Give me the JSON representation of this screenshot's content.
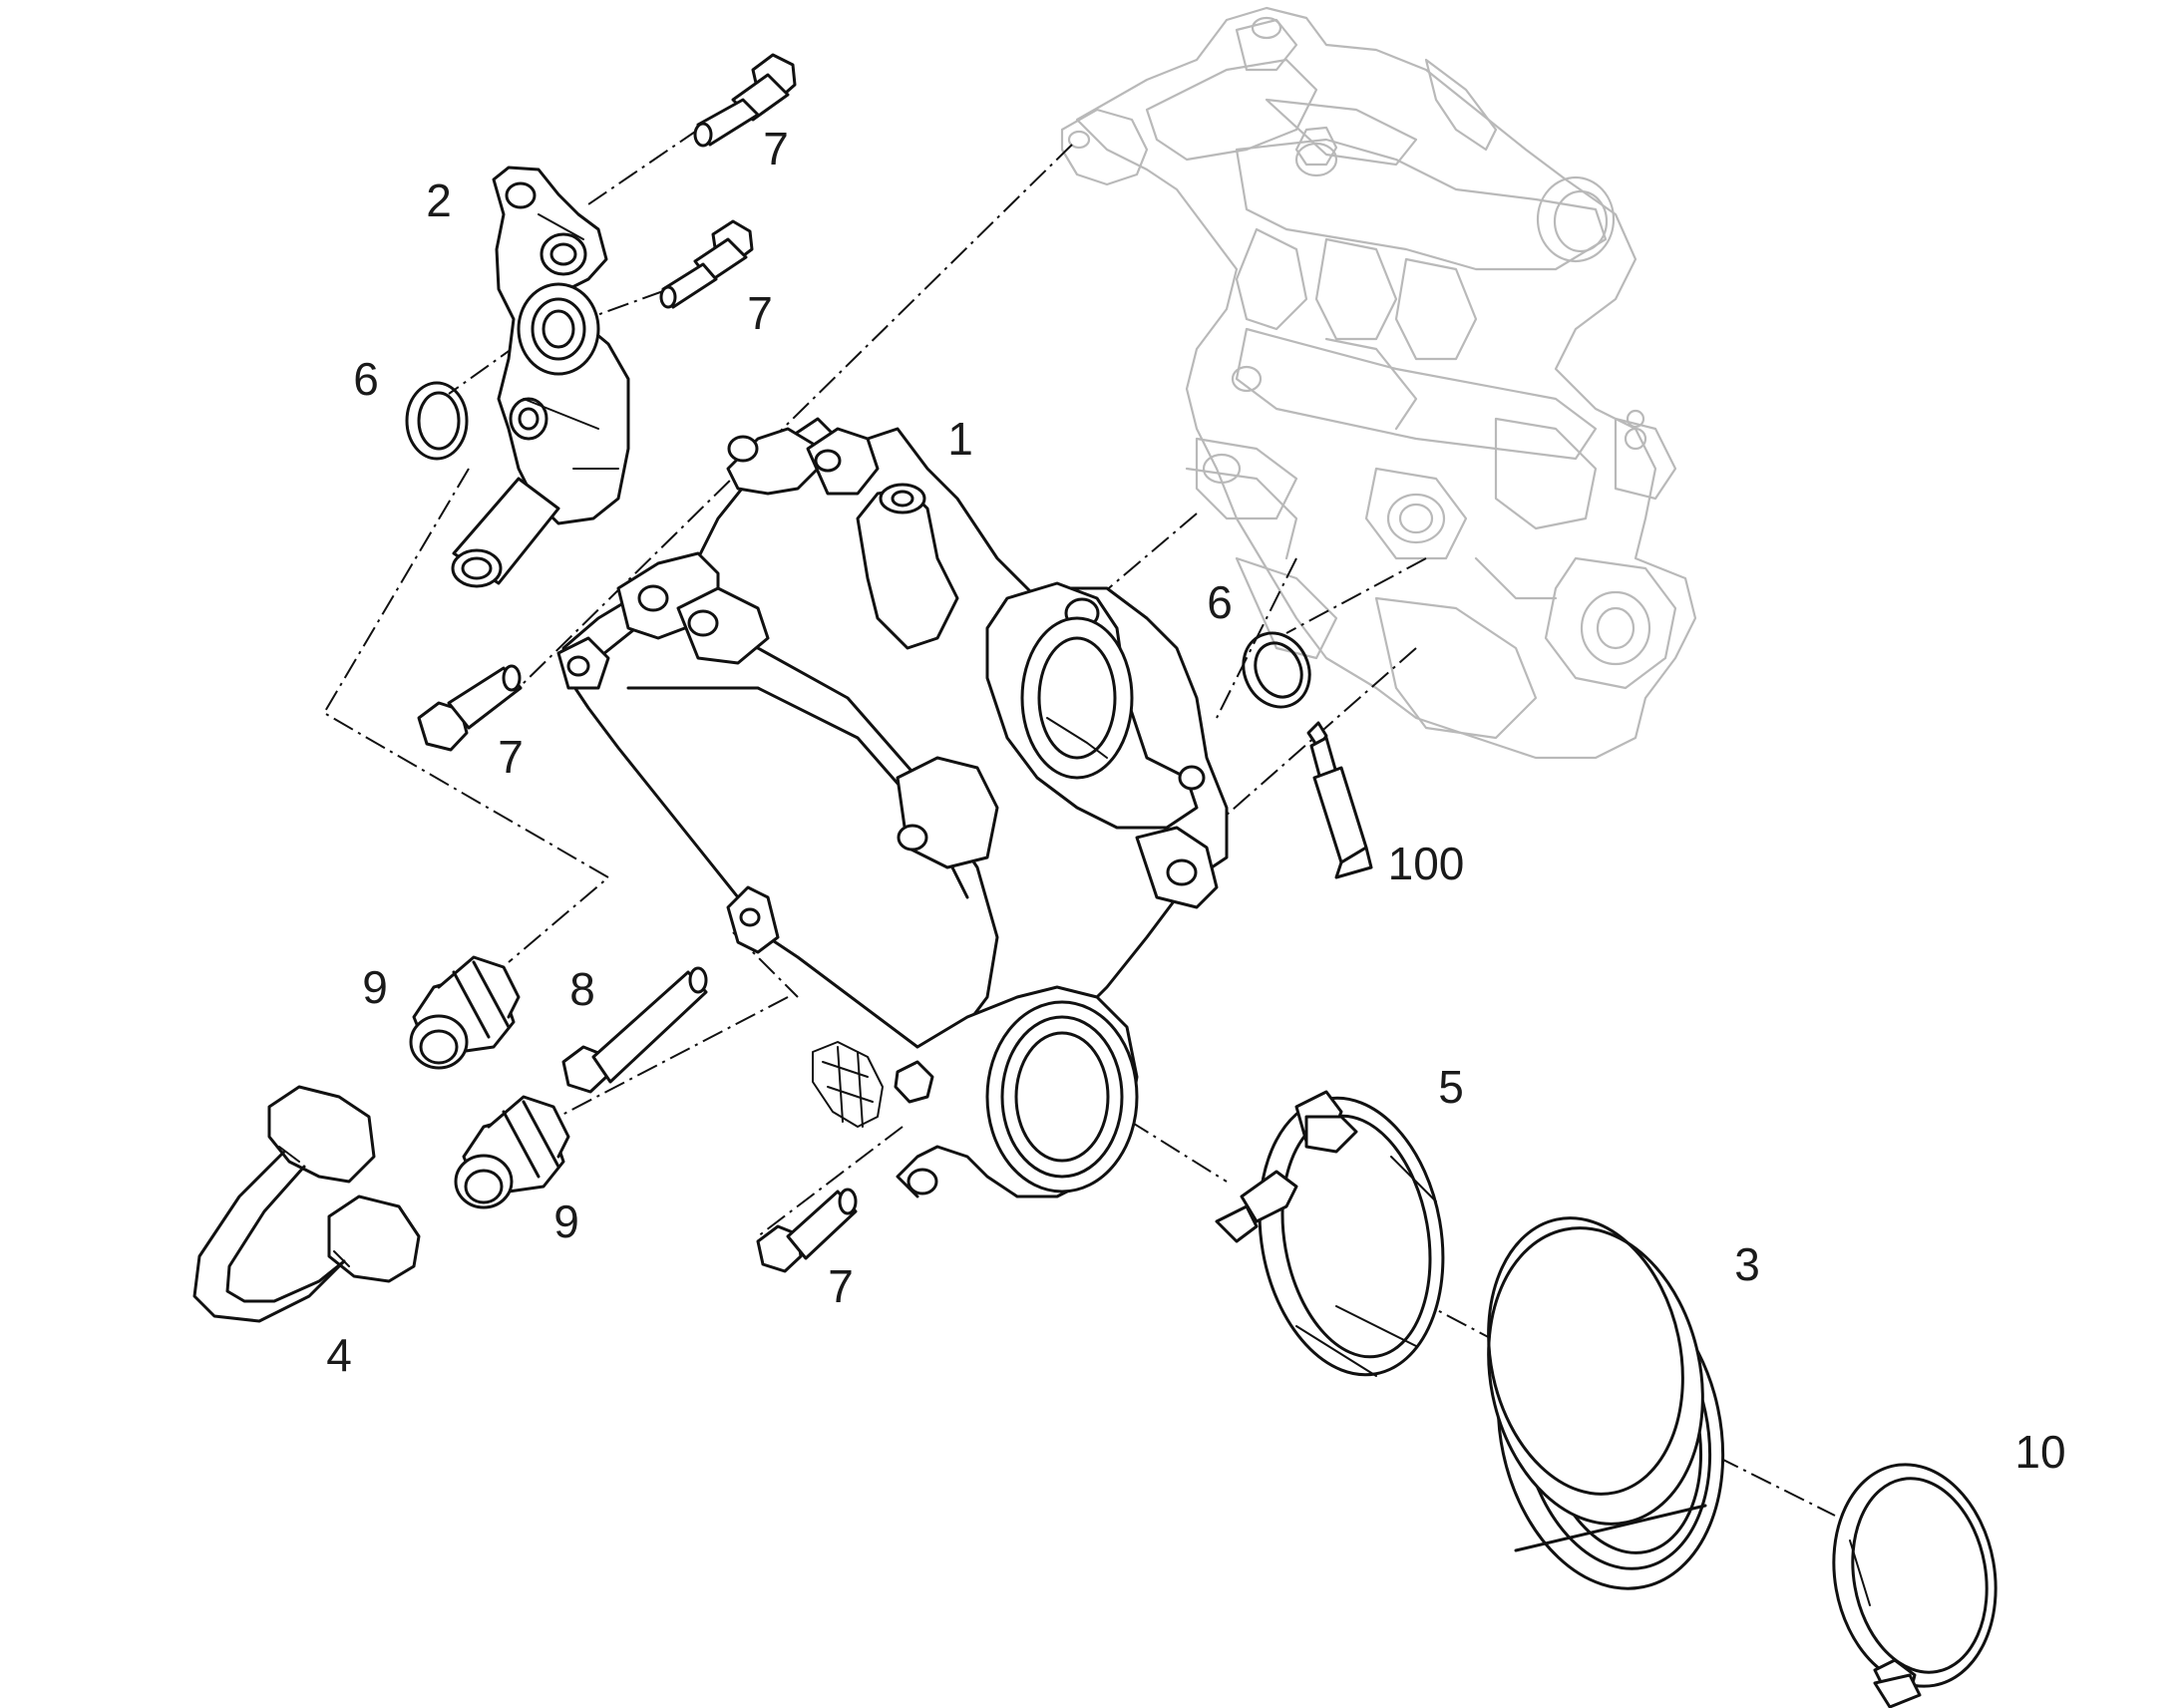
{
  "callouts": {
    "c7_top": "7",
    "c2": "2",
    "c7_mid": "7",
    "c6_left": "6",
    "c1": "1",
    "c6_right": "6",
    "c7_left": "7",
    "c100": "100",
    "c9_top": "9",
    "c8": "8",
    "c5": "5",
    "c9_bottom": "9",
    "c7_bottom": "7",
    "c3": "3",
    "c4": "4",
    "c10": "10"
  }
}
